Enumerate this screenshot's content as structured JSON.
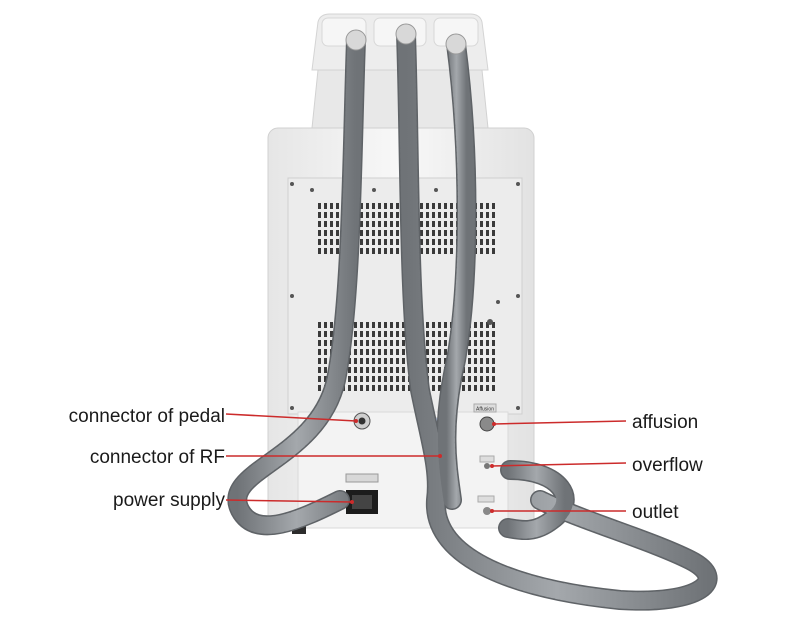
{
  "callouts": {
    "left": [
      {
        "text": "connector of pedal"
      },
      {
        "text": "connector of RF"
      },
      {
        "text": "power supply"
      }
    ],
    "right": [
      {
        "text": "affusion"
      },
      {
        "text": "overflow"
      },
      {
        "text": "outlet"
      }
    ]
  },
  "device_text": {
    "affusion_tag": "Affusion"
  },
  "colors": {
    "leader_line": "#cc2b2b",
    "housing": "#f2f2f2",
    "panel": "#e9e9e9",
    "hose": "#8f9397",
    "vent": "#3a3a3a"
  }
}
